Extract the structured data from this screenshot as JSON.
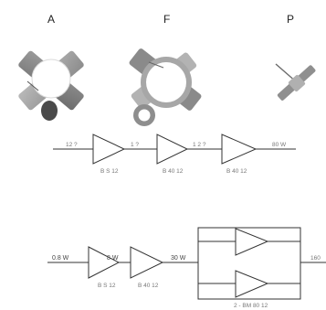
{
  "columns": [
    {
      "id": "a",
      "label": "A"
    },
    {
      "id": "f",
      "label": "F"
    },
    {
      "id": "p",
      "label": "P"
    }
  ],
  "chain1": {
    "input": "12 ?",
    "stage1_out": "1 ?",
    "stage2_out": "1 2 ?",
    "output": "80 W",
    "stage1_name": "B S 12",
    "stage2_name": "B 40 12",
    "stage3_name": "B 40 12"
  },
  "chain2": {
    "input": "0.8 W",
    "stage1_out": "8 W",
    "stage2_out": "30 W",
    "output": "160",
    "stage1_name": "B S 12",
    "stage2_name": "B 40 12",
    "parallel_name": "2 - BM 80 12"
  }
}
